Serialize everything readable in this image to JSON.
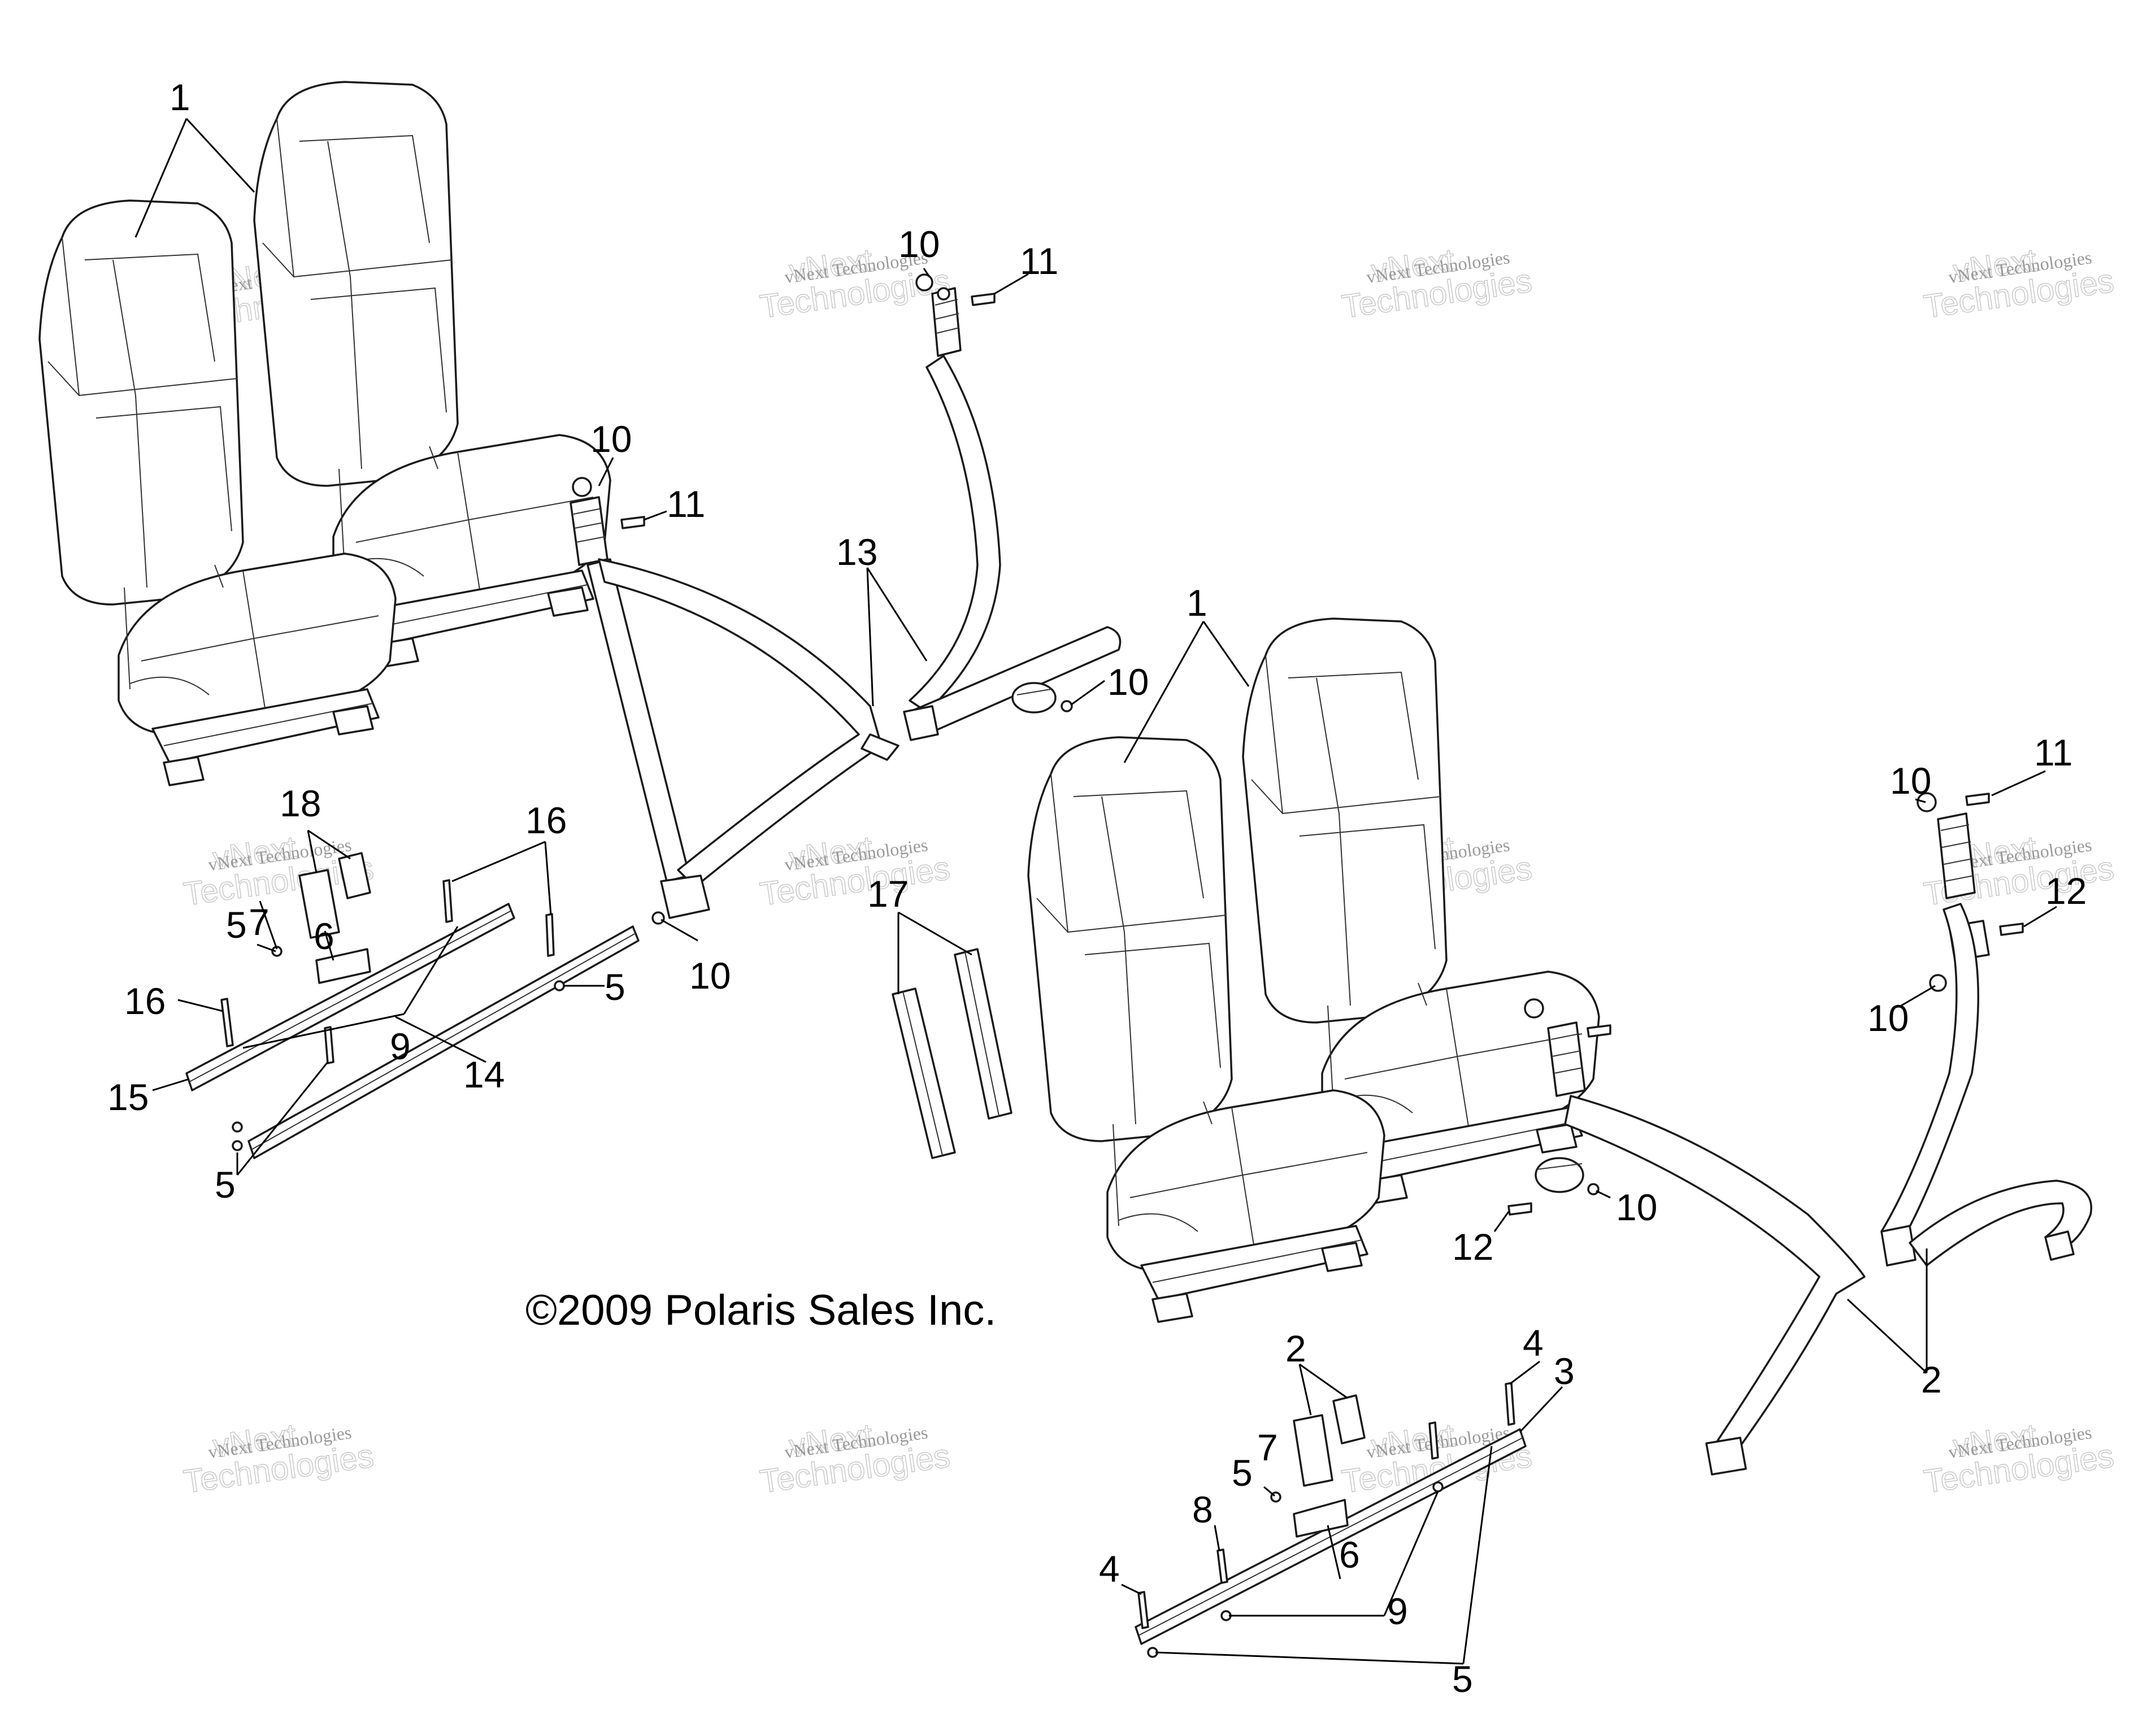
{
  "copyright": "©2009 Polaris Sales Inc.",
  "watermark": {
    "line1": "vNext Technologies",
    "line2": "vNext",
    "line3": "Technologies"
  },
  "callouts": {
    "seat_upper": "1",
    "seat_lower": "1",
    "belt_top_anchor_10": "10",
    "belt_top_bolt_11": "11",
    "belt_left_anchor_10": "10",
    "belt_left_bolt_11": "11",
    "belt_13": "13",
    "belt_mid_nut_10": "10",
    "belt_bottom_nut_10": "10",
    "buckle_18": "18",
    "bolt_16_right": "16",
    "bolt_16_left": "16",
    "nut_5_upper": "5",
    "plate_7_upper": "7",
    "bracket_6_upper": "6",
    "nut_5_right_upper": "5",
    "nut_9_upper": "9",
    "rail_15": "15",
    "rail_14": "14",
    "nut_5_lower_upper": "5",
    "pad_17": "17",
    "right_belt_nut_10_top": "10",
    "right_belt_bolt_11": "11",
    "right_belt_bolt_12_top": "12",
    "right_belt_nut_10_mid": "10",
    "right_belt_nut_10_low": "10",
    "right_belt_bolt_12_low": "12",
    "belt_2_right": "2",
    "buckle_2_lower": "2",
    "bolt_4_right": "4",
    "rail_3": "3",
    "plate_7_lower": "7",
    "nut_5_lower": "5",
    "bolt_8": "8",
    "bracket_6_lower": "6",
    "bolt_4_left": "4",
    "nut_9_lower": "9",
    "nut_5_bottom": "5"
  }
}
